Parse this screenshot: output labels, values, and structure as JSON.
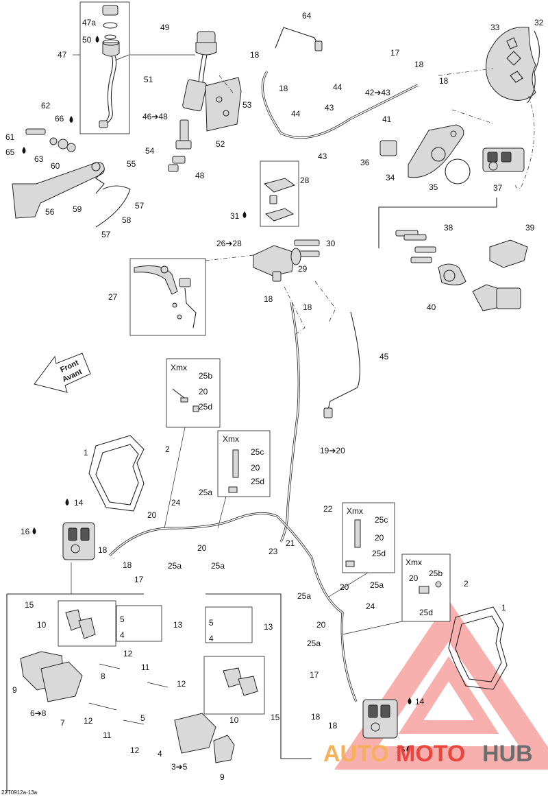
{
  "diagram": {
    "code": "22T0912a-13a",
    "front_text": [
      "Front",
      "Avant"
    ]
  },
  "xmx_boxes": [
    {
      "title": "Xmx",
      "labels": [
        "25b",
        "20",
        "25d"
      ]
    },
    {
      "title": "Xmx",
      "labels": [
        "25c",
        "20",
        "25d"
      ]
    },
    {
      "title": "Xmx",
      "labels": [
        "25c",
        "20",
        "25d"
      ]
    },
    {
      "title": "Xmx",
      "labels": [
        "20",
        "25b",
        "25d"
      ]
    }
  ],
  "callouts": [
    "64",
    "49",
    "18",
    "18",
    "17",
    "18",
    "18",
    "33",
    "32",
    "47a",
    "50",
    "47",
    "51",
    "44",
    "42➔43",
    "41",
    "43",
    "44",
    "43",
    "46➔48",
    "53",
    "52",
    "54",
    "55",
    "48",
    "36",
    "34",
    "35",
    "37",
    "62",
    "66",
    "61",
    "65",
    "63",
    "60",
    "28",
    "31",
    "26➔28",
    "30",
    "29",
    "56",
    "59",
    "57",
    "58",
    "57",
    "38",
    "39",
    "40",
    "27",
    "18",
    "18",
    "45",
    "19➔20",
    "1",
    "2",
    "24",
    "25a",
    "14",
    "16",
    "20",
    "20",
    "25a",
    "25a",
    "22",
    "23",
    "21",
    "18",
    "18",
    "17",
    "15",
    "10",
    "5",
    "4",
    "13",
    "5",
    "4",
    "13",
    "12",
    "11",
    "8",
    "9",
    "6➔8",
    "7",
    "12",
    "11",
    "12",
    "5",
    "12",
    "4",
    "3➔5",
    "9",
    "10",
    "15",
    "25a",
    "20",
    "25a",
    "24",
    "20",
    "25a",
    "2",
    "1",
    "17",
    "14",
    "18",
    "18",
    "16"
  ],
  "watermark": {
    "text_a": "AUTO",
    "text_b": "MOTO",
    "text_c": "HUB",
    "color_a": "#f5b05a",
    "color_b": "#e8463f",
    "color_c": "#6d6d6d",
    "triangle_color": "#ef5552"
  }
}
